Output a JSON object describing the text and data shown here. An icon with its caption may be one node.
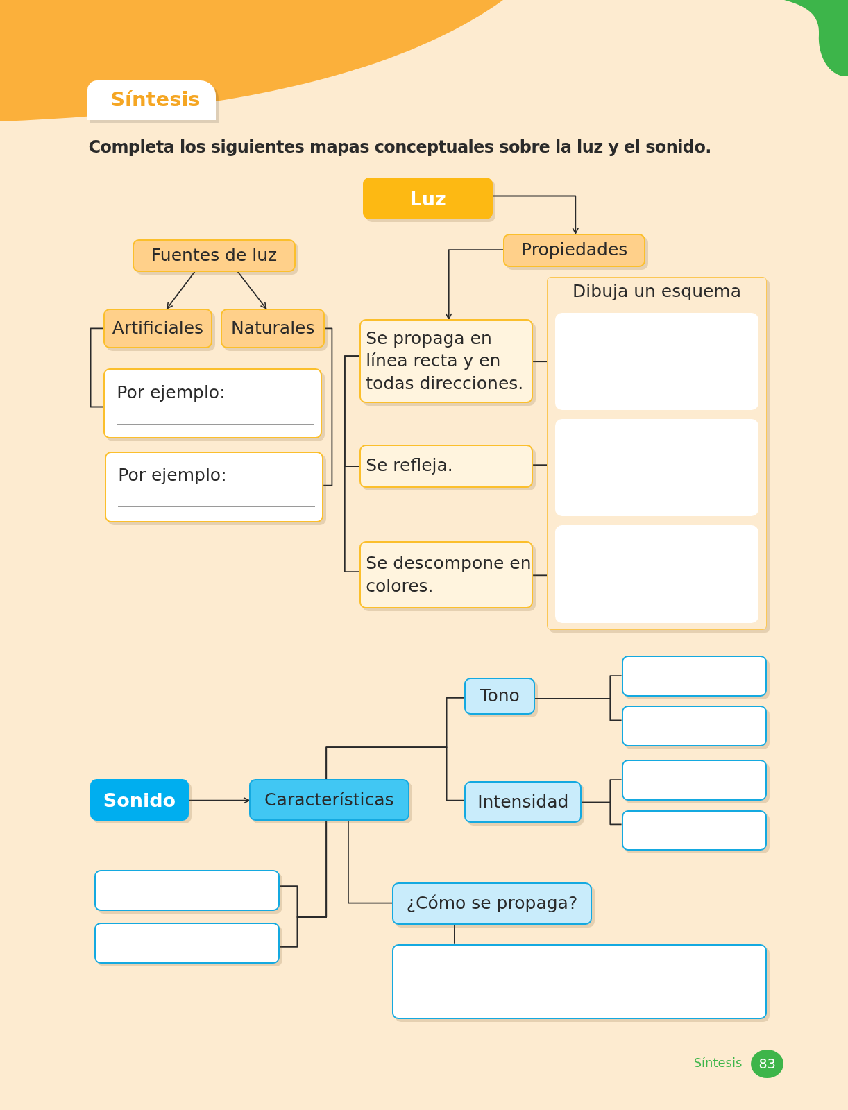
{
  "diagram": {
    "title": "Síntesis",
    "nodes": [
      {
        "text": [
          "Luz"
        ]
      },
      {
        "text": [
          "Propiedades"
        ]
      },
      {
        "text": [
          "Fuentes de luz"
        ]
      },
      {
        "text": [
          "Artificiales"
        ]
      },
      {
        "text": [
          "Naturales"
        ]
      },
      {
        "text": [
          "Por ejemplo:"
        ]
      },
      {
        "text": [
          "Por ejemplo:"
        ]
      },
      {
        "text": [
          "Se propaga en línea recta y en todas direcciones."
        ]
      },
      {
        "text": [
          "Se refleja."
        ]
      },
      {
        "text": [
          "Se descompone en colores."
        ]
      },
      {
        "text": [
          "Dibuja un esquema"
        ]
      },
      {
        "text": [],
        "shape": "box",
        "in": 10
      },
      {
        "text": [],
        "shape": "box",
        "in": 10
      },
      {
        "text": [],
        "shape": "box",
        "in": 10
      },
      {
        "text": [
          "Sonido"
        ]
      },
      {
        "text": [
          "Características"
        ]
      },
      {
        "text": [
          "Tono"
        ]
      },
      {
        "text": [
          "Intensidad"
        ]
      },
      {
        "text": [],
        "shape": "box"
      },
      {
        "text": [],
        "shape": "box"
      },
      {
        "text": [],
        "shape": "box"
      },
      {
        "text": [],
        "shape": "box"
      },
      {
        "text": [
          "¿Cómo se propaga?"
        ]
      },
      {
        "text": [],
        "shape": "box"
      },
      {
        "text": [],
        "shape": "box"
      },
      {
        "text": [],
        "shape": "box"
      }
    ],
    "edges": [
      {
        "from": 0,
        "to": 1,
        "arrow": "to"
      },
      {
        "from": 2,
        "to": 3,
        "arrow": "to"
      },
      {
        "from": 2,
        "to": 4,
        "arrow": "to"
      },
      {
        "from": 3,
        "to": 5,
        "arrow": "none"
      },
      {
        "from": 4,
        "to": 6,
        "arrow": "none"
      },
      {
        "from": 1,
        "to": 7,
        "arrow": "to"
      },
      {
        "from": 7,
        "to": 8,
        "arrow": "none"
      },
      {
        "from": 7,
        "to": 9,
        "arrow": "none"
      },
      {
        "from": 7,
        "to": 11,
        "arrow": "none"
      },
      {
        "from": 8,
        "to": 12,
        "arrow": "none"
      },
      {
        "from": 9,
        "to": 13,
        "arrow": "none"
      },
      {
        "from": 14,
        "to": 15,
        "arrow": "to"
      },
      {
        "from": 15,
        "to": 16,
        "arrow": "none"
      },
      {
        "from": 15,
        "to": 17,
        "arrow": "none"
      },
      {
        "from": 15,
        "to": 22,
        "arrow": "none"
      },
      {
        "from": 15,
        "to": 23,
        "arrow": "none"
      },
      {
        "from": 15,
        "to": 24,
        "arrow": "none"
      },
      {
        "from": 16,
        "to": 18,
        "arrow": "none"
      },
      {
        "from": 16,
        "to": 19,
        "arrow": "none"
      },
      {
        "from": 17,
        "to": 20,
        "arrow": "none"
      },
      {
        "from": 17,
        "to": 21,
        "arrow": "none"
      },
      {
        "from": 22,
        "to": 25,
        "arrow": "none"
      }
    ],
    "labels": [
      "Completa los siguientes mapas conceptuales sobre la luz y el sonido.",
      "Síntesis",
      "83"
    ]
  }
}
